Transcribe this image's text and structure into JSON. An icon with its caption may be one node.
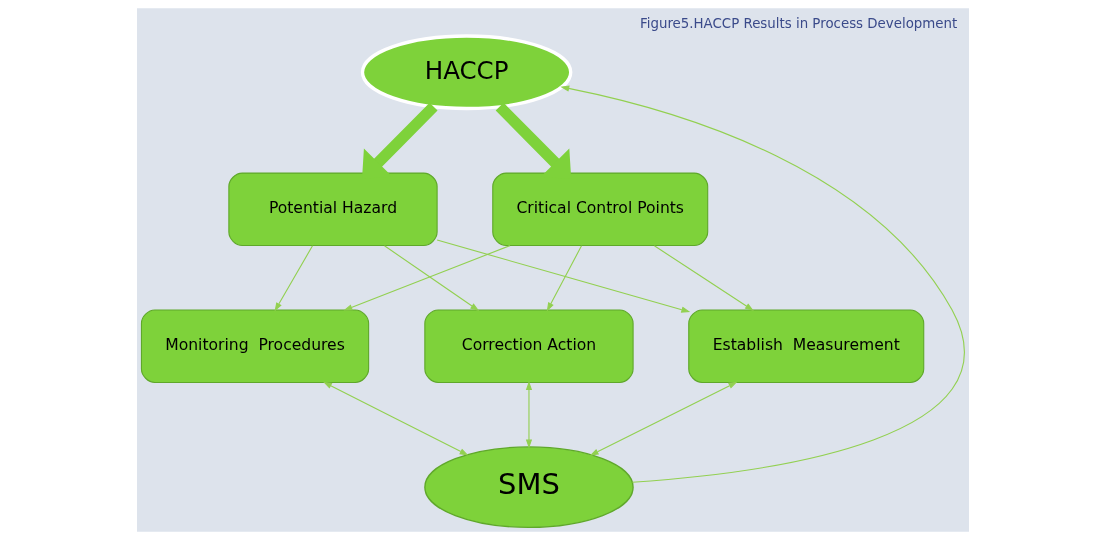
{
  "diagram": {
    "caption": "Figure5.HACCP Results in Process Development",
    "nodes": [
      {
        "text": [
          "HACCP"
        ]
      },
      {
        "text": [
          "Potential Hazard"
        ]
      },
      {
        "text": [
          "Critical Control Points"
        ]
      },
      {
        "text": [
          "Monitoring  Procedures"
        ]
      },
      {
        "text": [
          "Correction Action"
        ]
      },
      {
        "text": [
          "Establish  Measurement"
        ]
      },
      {
        "text": [
          "SMS"
        ]
      }
    ],
    "edges": [
      {
        "from": 0,
        "to": 1,
        "arrow": "to",
        "style": "thick",
        "color": "#7ed23a"
      },
      {
        "from": 0,
        "to": 2,
        "arrow": "to",
        "style": "thick",
        "color": "#7ed23a"
      },
      {
        "from": 1,
        "to": 3,
        "arrow": "to"
      },
      {
        "from": 1,
        "to": 4,
        "arrow": "to"
      },
      {
        "from": 1,
        "to": 5,
        "arrow": "to"
      },
      {
        "from": 2,
        "to": 3,
        "arrow": "to"
      },
      {
        "from": 2,
        "to": 4,
        "arrow": "to"
      },
      {
        "from": 2,
        "to": 5,
        "arrow": "to"
      },
      {
        "from": 3,
        "to": 6,
        "arrow": "both"
      },
      {
        "from": 4,
        "to": 6,
        "arrow": "both"
      },
      {
        "from": 5,
        "to": 6,
        "arrow": "both"
      },
      {
        "from": 6,
        "to": 0,
        "arrow": "to"
      }
    ]
  }
}
